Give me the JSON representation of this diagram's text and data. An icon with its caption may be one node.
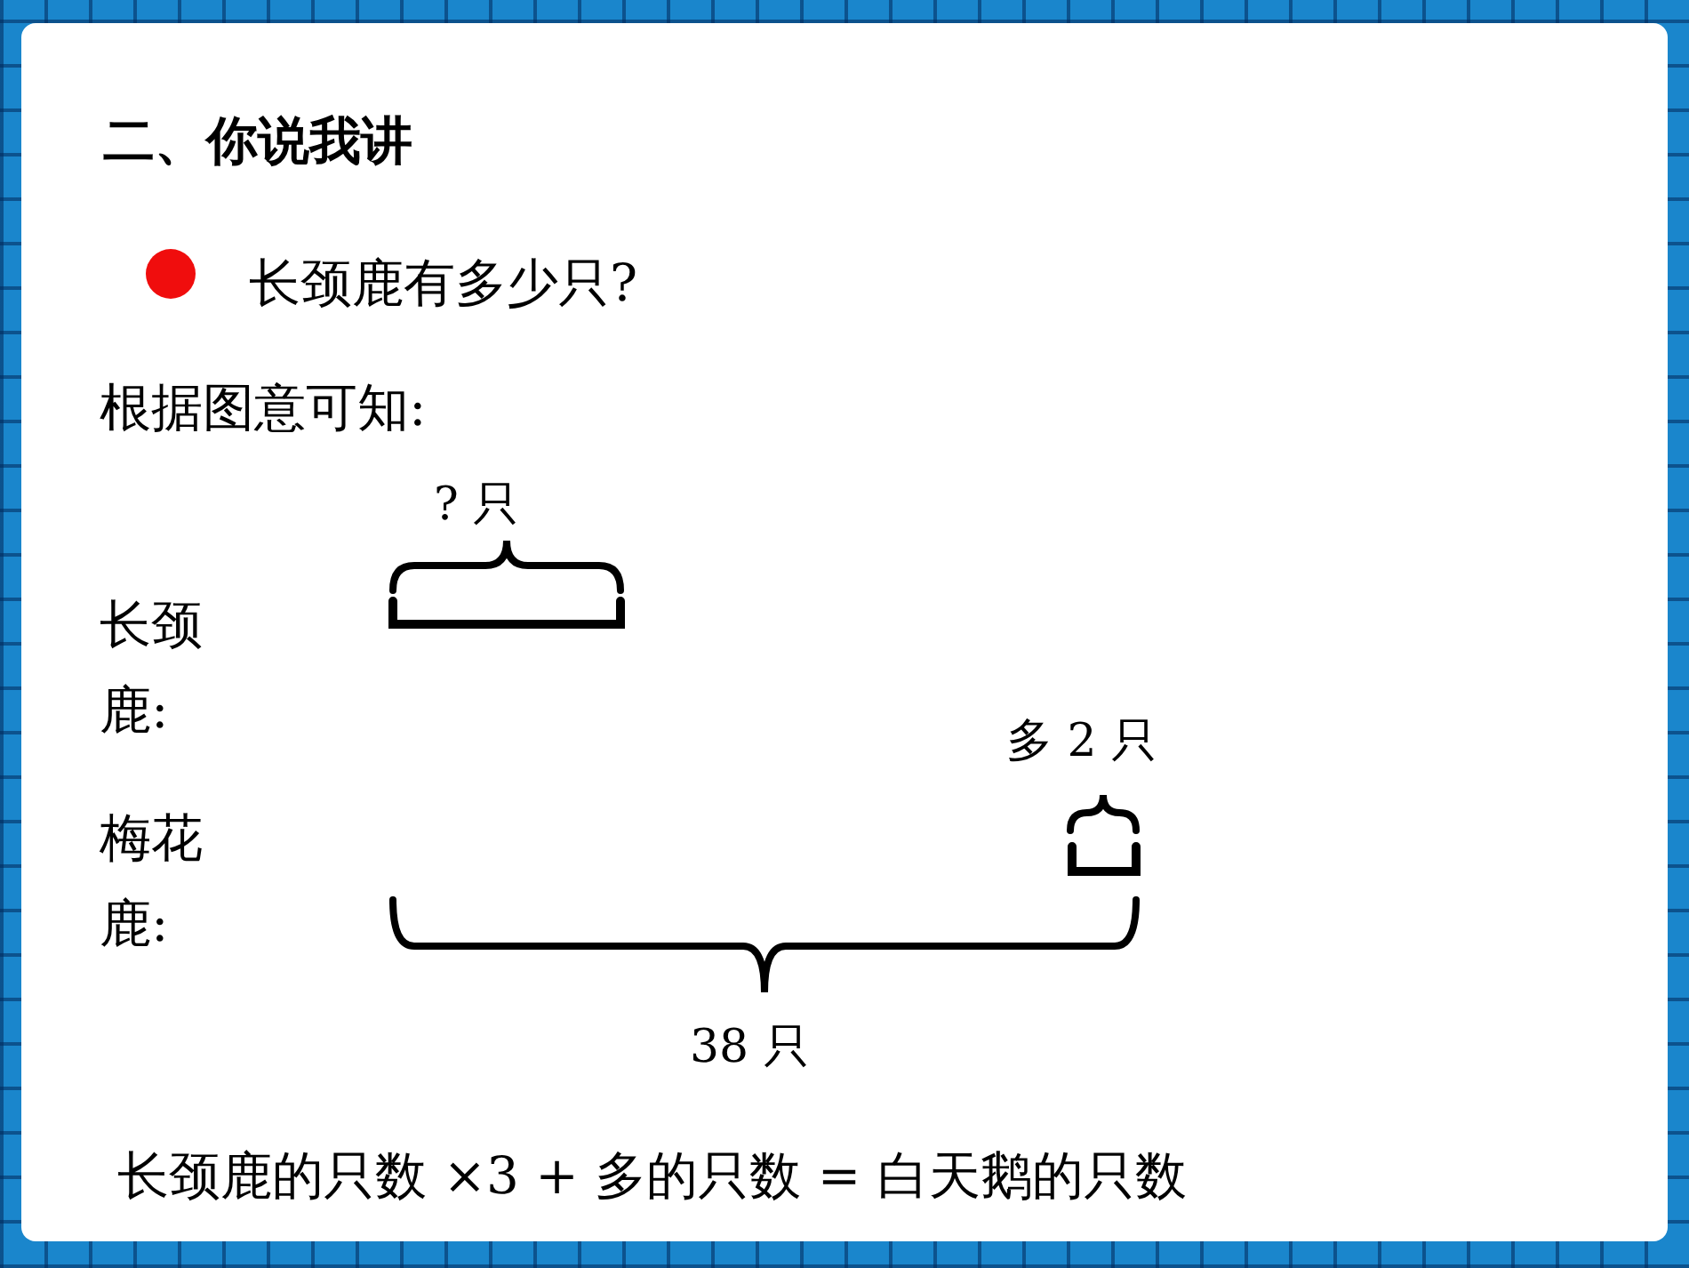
{
  "diagram": {
    "title": "二、你说我讲",
    "labels": [
      "长颈鹿有多少只?",
      "根据图意可知:",
      "? 只",
      "长颈鹿:",
      "多 2 只",
      "梅花鹿:",
      "38 只",
      "长颈鹿的只数 ×3 + 多的只数 = 白天鹅的只数"
    ]
  }
}
